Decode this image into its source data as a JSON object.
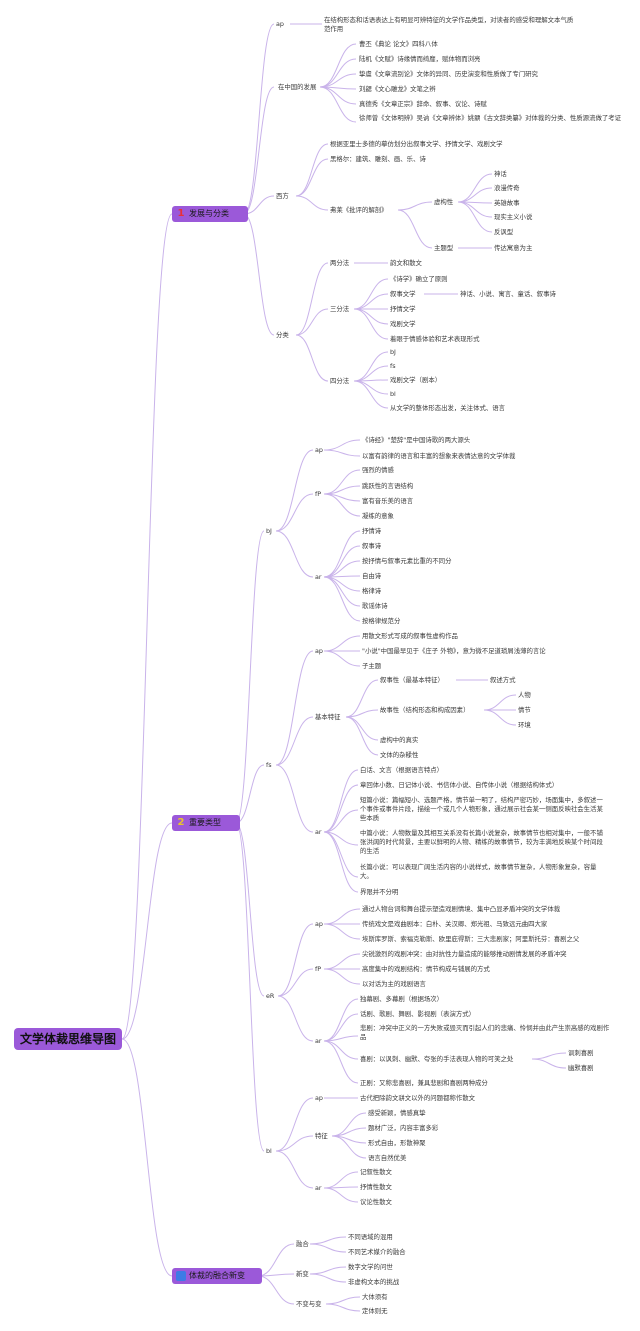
{
  "title": "文学体裁思维导图",
  "b1": {
    "num": "1",
    "label": "发展与分类",
    "ap": "ap",
    "ap_text": "在结构形态和话语表达上有明显可辨特征的文学作品类型，对读者的感受和理解文本气质范作用",
    "china": "在中国的发展",
    "china_items": [
      "曹丕《典论 论文》四科八体",
      "陆机《文赋》诗缘情而绮靡，赋体物而浏亮",
      "挚虞《文章流别论》文体的异同、历史演变和性质做了专门研究",
      "刘勰《文心雕龙》文笔之辨",
      "真德秀《文章正宗》辞命、叙事、议论、诗赋",
      "徐师曾《文体明辨》吴讷《文章辨体》姚鼐《古文辞类纂》对体裁的分类、性质源流做了考证"
    ],
    "west": "西方",
    "west_1": "根据亚里士多德的摹仿划分出叙事文学、抒情文学、戏剧文学",
    "west_2": "黑格尔：建筑、雕刻、画、乐、诗",
    "frye": "弗莱《批评的解剖》",
    "gouxing": "虚构性",
    "gouxing_items": [
      "神话",
      "浪漫传奇",
      "英雄故事",
      "现实主义小说",
      "反讽型"
    ],
    "zhuti": "主题型",
    "zhuti_text": "传达寓意为主",
    "fenlei": "分类",
    "liang": "两分法",
    "liang_text": "韵文和散文",
    "san": "三分法",
    "san_items": [
      "《诗学》确立了原则",
      "叙事文学",
      "抒情文学",
      "戏剧文学",
      "着眼于情感体验和艺术表现形式"
    ],
    "san_narr": "神话、小说、寓言、童话、叙事诗",
    "si": "四分法",
    "si_items": [
      "bJ",
      "fs",
      "戏剧文学（剧本）",
      "bl",
      "从文学的整体形态出发，关注体式、语言"
    ]
  },
  "b2": {
    "num": "2",
    "label": "重要类型",
    "bj": "bJ",
    "bj_ap": "ap",
    "bj_ap_items": [
      "《诗经》\"楚辞\"是中国诗歌的两大源头",
      "以富有韵律的语言和丰富的想象来表情达意的文学体裁"
    ],
    "bj_fp": "fP",
    "bj_fp_items": [
      "强烈的情感",
      "跳跃性的言语结构",
      "富有音乐美的语言",
      "凝练的意象"
    ],
    "bj_ar": "ar",
    "bj_ar_items": [
      "抒情诗",
      "叙事诗",
      "按抒情与叙事元素比重的不同分",
      "自由诗",
      "格律诗",
      "歌谣体诗",
      "按格律规范分"
    ],
    "fs": "fs",
    "fs_ap": "ap",
    "fs_ap_items": [
      "用散文形式写成的叙事性虚构作品",
      "\"小说\"中国最早见于《庄子 外物》，意为微不足道琐屑浅薄的言论",
      "子主题"
    ],
    "fs_basic": "基本特征",
    "narr": "叙事性（最基本特征）",
    "narr_way": "叙述方式",
    "story": "故事性（结构形态和构成因素）",
    "story_items": [
      "人物",
      "情节",
      "环境"
    ],
    "fs_basic_rest": [
      "虚构中的真实",
      "文体的杂糅性"
    ],
    "fs_ar": "ar",
    "fs_ar_items": [
      "白话、文言（根据语言特点）",
      "章回体小数、日记体小说、书信体小说、自传体小说（根据结构体式）",
      "短篇小说：篇幅短小、选题严格，情节单一明了，结构严密巧妙，场面集中，多叙述一个事件或事件片段，描绘一个或几个人物形象，通过展示社会某一侧面反映社会生活某些本质",
      "中篇小说：人物数量及其相互关系没有长篇小说复杂，故事情节也相对集中，一般不铺张洪阔的时代背景，主要以鲜明的人物、精练的故事情节，较为丰满地反映某个时间段的生活",
      "长篇小说：可以表现广阔生活内容的小说样式，故事情节复杂，人物形象复杂，容量大。",
      "界限并不分明"
    ],
    "er": "eR",
    "er_ap": "ap",
    "er_ap_items": [
      "通过人物台词和舞台提示塑造戏剧情境、集中凸显矛盾冲突的文学体裁",
      "传统戏文是戏曲剧本：白朴、关汉卿、郑光祖、马致远元曲四大家",
      "埃斯库罗斯、索福克勒斯、欧里庇得斯：三大悲剧家；阿里斯托芬：喜剧之父"
    ],
    "er_fp": "fP",
    "er_fp_items": [
      "尖锐激烈的戏剧冲突：由对抗性力量造成的能够推动剧情发展的矛盾冲突",
      "高度集中的戏剧结构：情节构成与铺展的方式",
      "以对话为主的戏剧语言"
    ],
    "er_ar": "ar",
    "er_ar_items": [
      "独幕剧、多幕剧（根据场次）",
      "话剧、歌剧、舞剧、影视剧（表演方式）",
      "悲剧：冲突中正义的一方失败或毁灭而引起人们的悲痛、怜悯并由此产生崇高感的戏剧作品",
      "喜剧：以讽刺、幽默、夸张的手法表现人物的可笑之处",
      "正剧：又称悲喜剧，兼具悲剧和喜剧两种成分"
    ],
    "comedy_types": [
      "讽刺喜剧",
      "幽默喜剧"
    ],
    "bl": "bl",
    "bl_ap": "ap",
    "bl_ap_text": "古代把除韵文骈文以外的问题都称作散文",
    "bl_tz": "特征",
    "bl_tz_items": [
      "感受新颖，情感真挚",
      "题材广泛，内容丰富多彩",
      "形式自由，形散神聚",
      "语言自然优美"
    ],
    "bl_ar": "ar",
    "bl_ar_items": [
      "记叙性散文",
      "抒情性散文",
      "议论性散文"
    ]
  },
  "b3": {
    "num": "3",
    "label": "体裁的融合新变",
    "rh": "融合",
    "rh_items": [
      "不同语域的混用",
      "不同艺术媒介的融合"
    ],
    "xb": "新变",
    "xb_items": [
      "数字文学的问世",
      "非虚构文本的挑战"
    ],
    "bb": "不变与变",
    "bb_items": [
      "大体须有",
      "定体则无"
    ]
  },
  "colors": {
    "branch": "#9b59d9",
    "line": "#c9b3ea",
    "num1": "#e8303a",
    "num2": "#e9c52a",
    "num3": "#3d7be6"
  }
}
